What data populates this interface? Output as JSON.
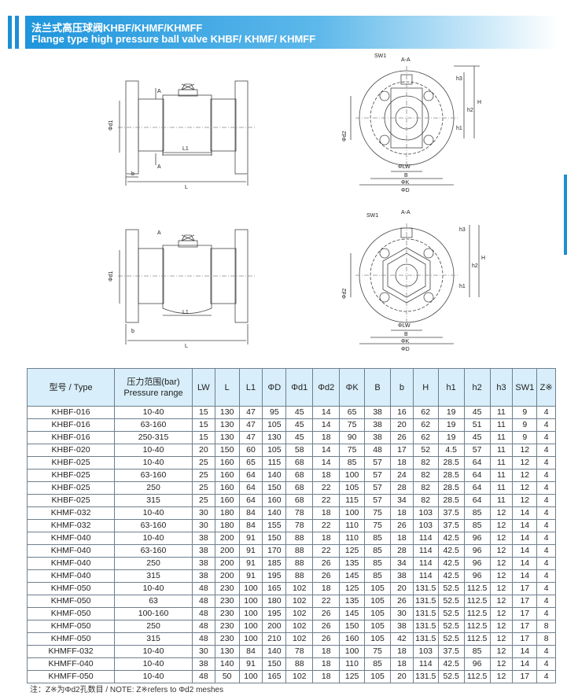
{
  "header": {
    "title_cn": "法兰式高压球阀KHBF/KHMF/KHMFF",
    "title_en": "Flange type high pressure ball valve KHBF/ KHMF/ KHMFF",
    "accent_color": "#1c8fd6"
  },
  "drawings": {
    "labels": {
      "a": "A",
      "aa": "A-A",
      "sw1": "SW1",
      "d1": "Φd1",
      "d2": "Φd2",
      "l1": "L1",
      "l": "L",
      "b": "b",
      "lw": "ΦLW",
      "bb": "B",
      "k": "ΦK",
      "dd": "ΦD",
      "h": "H",
      "h1": "h1",
      "h2": "h2",
      "h3": "h3"
    }
  },
  "table": {
    "headers": {
      "type": "型号 / Type",
      "pressure_cn": "压力范围(bar)",
      "pressure_en": "Pressure range",
      "lw": "LW",
      "l": "L",
      "l1": "L1",
      "od": "ΦD",
      "od1": "Φd1",
      "od2": "Φd2",
      "ok": "ΦK",
      "b_upper": "B",
      "b_lower": "b",
      "h_upper": "H",
      "h1": "h1",
      "h2": "h2",
      "h3": "h3",
      "sw1": "SW1",
      "z": "Z※"
    },
    "rows": [
      [
        "KHBF-016",
        "10-40",
        "15",
        "130",
        "47",
        "95",
        "45",
        "14",
        "65",
        "38",
        "16",
        "62",
        "19",
        "45",
        "11",
        "9",
        "4"
      ],
      [
        "KHBF-016",
        "63-160",
        "15",
        "130",
        "47",
        "105",
        "45",
        "14",
        "75",
        "38",
        "20",
        "62",
        "19",
        "51",
        "11",
        "9",
        "4"
      ],
      [
        "KHBF-016",
        "250-315",
        "15",
        "130",
        "47",
        "130",
        "45",
        "18",
        "90",
        "38",
        "26",
        "62",
        "19",
        "45",
        "11",
        "9",
        "4"
      ],
      [
        "KHBF-020",
        "10-40",
        "20",
        "150",
        "60",
        "105",
        "58",
        "14",
        "75",
        "48",
        "17",
        "52",
        "4.5",
        "57",
        "11",
        "12",
        "4"
      ],
      [
        "KHBF-025",
        "10-40",
        "25",
        "160",
        "65",
        "115",
        "68",
        "14",
        "85",
        "57",
        "18",
        "82",
        "28.5",
        "64",
        "11",
        "12",
        "4"
      ],
      [
        "KHBF-025",
        "63-160",
        "25",
        "160",
        "64",
        "140",
        "68",
        "18",
        "100",
        "57",
        "24",
        "82",
        "28.5",
        "64",
        "11",
        "12",
        "4"
      ],
      [
        "KHBF-025",
        "250",
        "25",
        "160",
        "64",
        "150",
        "68",
        "22",
        "105",
        "57",
        "28",
        "82",
        "28.5",
        "64",
        "11",
        "12",
        "4"
      ],
      [
        "KHBF-025",
        "315",
        "25",
        "160",
        "64",
        "160",
        "68",
        "22",
        "115",
        "57",
        "34",
        "82",
        "28.5",
        "64",
        "11",
        "12",
        "4"
      ],
      [
        "KHMF-032",
        "10-40",
        "30",
        "180",
        "84",
        "140",
        "78",
        "18",
        "100",
        "75",
        "18",
        "103",
        "37.5",
        "85",
        "12",
        "14",
        "4"
      ],
      [
        "KHMF-032",
        "63-160",
        "30",
        "180",
        "84",
        "155",
        "78",
        "22",
        "110",
        "75",
        "26",
        "103",
        "37.5",
        "85",
        "12",
        "14",
        "4"
      ],
      [
        "KHMF-040",
        "10-40",
        "38",
        "200",
        "91",
        "150",
        "88",
        "18",
        "110",
        "85",
        "18",
        "114",
        "42.5",
        "96",
        "12",
        "14",
        "4"
      ],
      [
        "KHMF-040",
        "63-160",
        "38",
        "200",
        "91",
        "170",
        "88",
        "22",
        "125",
        "85",
        "28",
        "114",
        "42.5",
        "96",
        "12",
        "14",
        "4"
      ],
      [
        "KHMF-040",
        "250",
        "38",
        "200",
        "91",
        "185",
        "88",
        "26",
        "135",
        "85",
        "34",
        "114",
        "42.5",
        "96",
        "12",
        "14",
        "4"
      ],
      [
        "KHMF-040",
        "315",
        "38",
        "200",
        "91",
        "195",
        "88",
        "26",
        "145",
        "85",
        "38",
        "114",
        "42.5",
        "96",
        "12",
        "14",
        "4"
      ],
      [
        "KHMF-050",
        "10-40",
        "48",
        "230",
        "100",
        "165",
        "102",
        "18",
        "125",
        "105",
        "20",
        "131.5",
        "52.5",
        "112.5",
        "12",
        "17",
        "4"
      ],
      [
        "KHMF-050",
        "63",
        "48",
        "230",
        "100",
        "180",
        "102",
        "22",
        "135",
        "105",
        "26",
        "131.5",
        "52.5",
        "112.5",
        "12",
        "17",
        "4"
      ],
      [
        "KHMF-050",
        "100-160",
        "48",
        "230",
        "100",
        "195",
        "102",
        "26",
        "145",
        "105",
        "30",
        "131.5",
        "52.5",
        "112.5",
        "12",
        "17",
        "4"
      ],
      [
        "KHMF-050",
        "250",
        "48",
        "230",
        "100",
        "200",
        "102",
        "26",
        "150",
        "105",
        "38",
        "131.5",
        "52.5",
        "112.5",
        "12",
        "17",
        "8"
      ],
      [
        "KHMF-050",
        "315",
        "48",
        "230",
        "100",
        "210",
        "102",
        "26",
        "160",
        "105",
        "42",
        "131.5",
        "52.5",
        "112.5",
        "12",
        "17",
        "8"
      ],
      [
        "KHMFF-032",
        "10-40",
        "30",
        "130",
        "84",
        "140",
        "78",
        "18",
        "100",
        "75",
        "18",
        "103",
        "37.5",
        "85",
        "12",
        "14",
        "4"
      ],
      [
        "KHMFF-040",
        "10-40",
        "38",
        "140",
        "91",
        "150",
        "88",
        "18",
        "110",
        "85",
        "18",
        "114",
        "42.5",
        "96",
        "12",
        "14",
        "4"
      ],
      [
        "KHMFF-050",
        "10-40",
        "48",
        "50",
        "100",
        "165",
        "102",
        "18",
        "125",
        "105",
        "20",
        "131.5",
        "52.5",
        "112.5",
        "12",
        "17",
        "4"
      ]
    ]
  },
  "note": "注：Z※为Φd2孔数目 / NOTE: Z※refers to Φd2 meshes"
}
